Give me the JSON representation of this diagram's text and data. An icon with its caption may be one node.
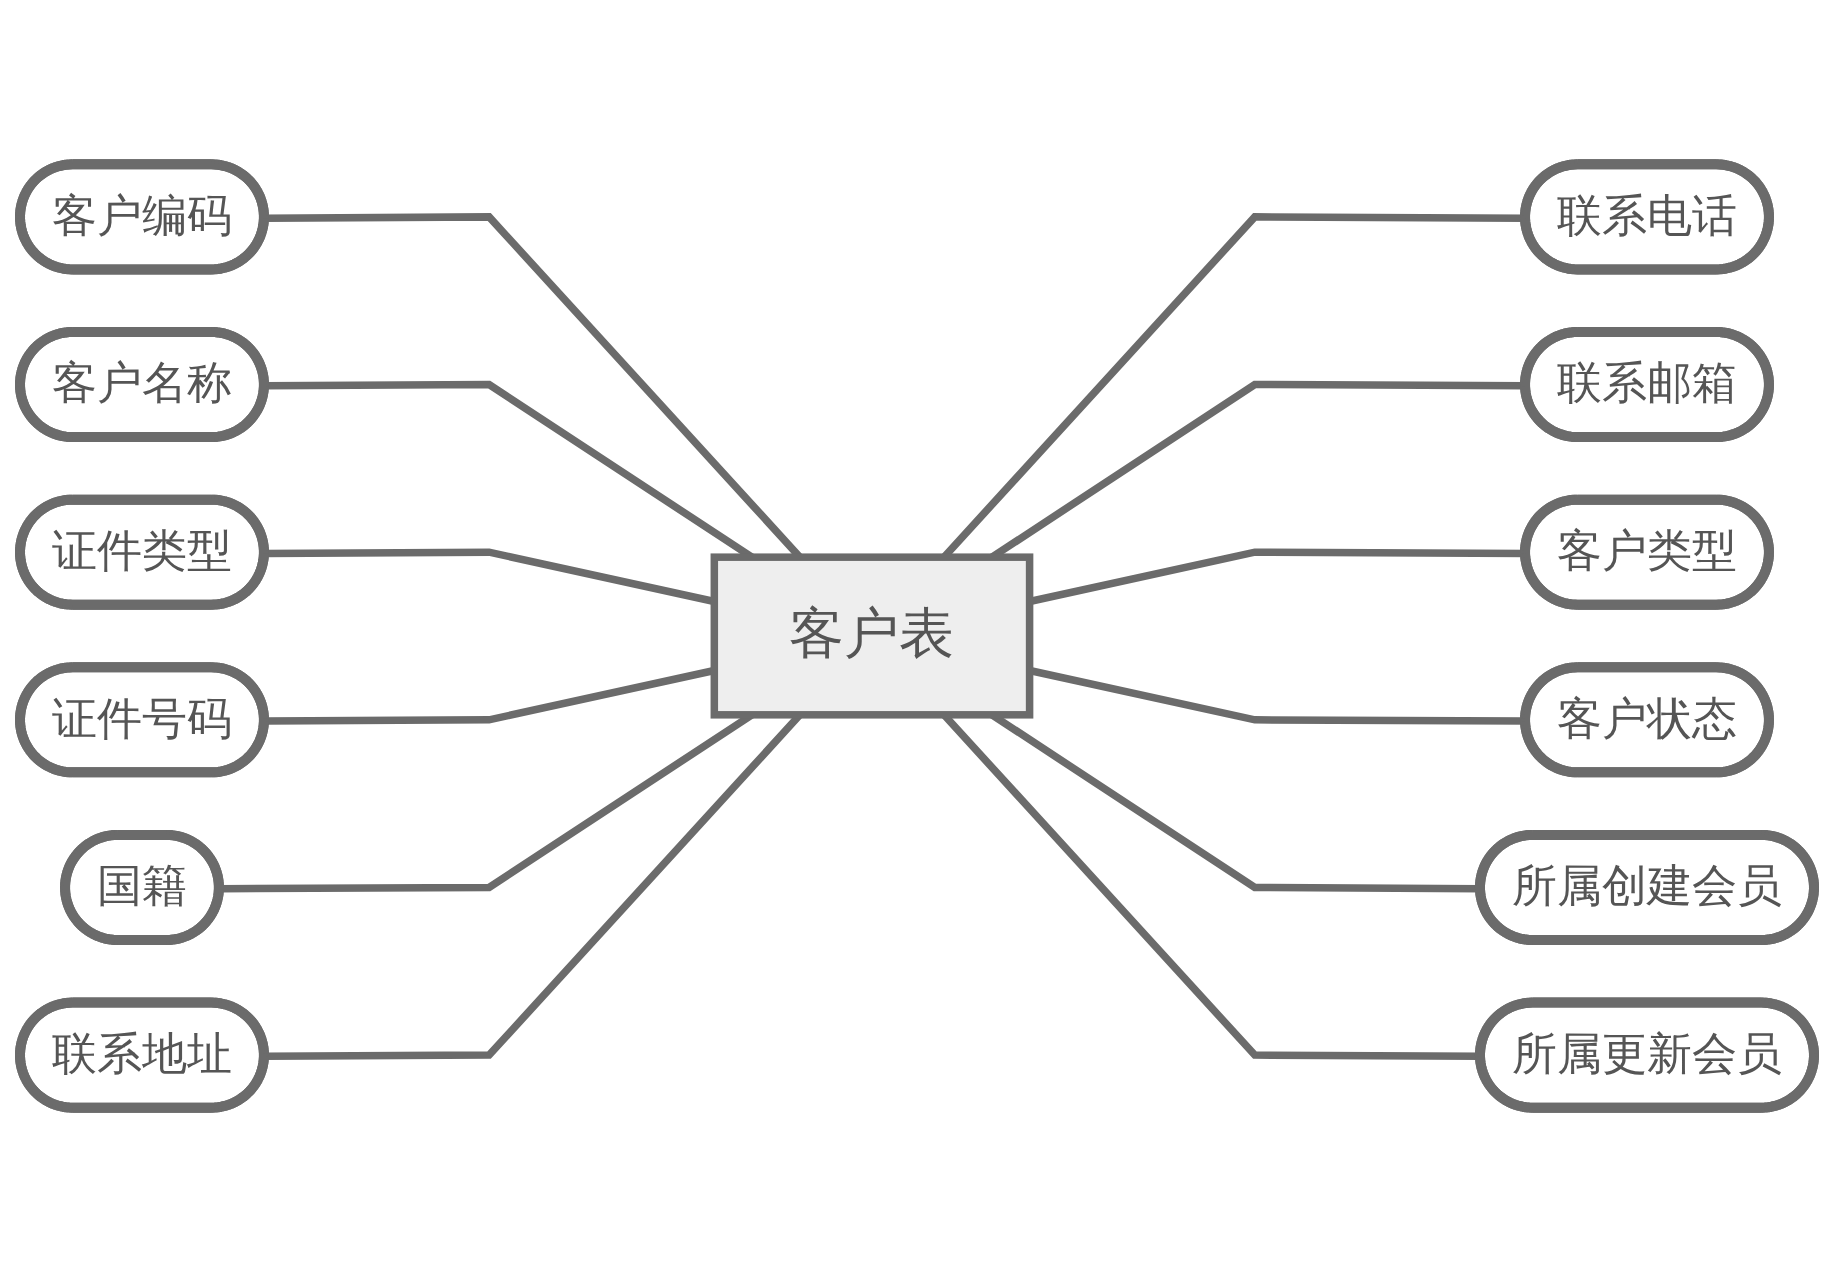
{
  "diagram": {
    "nodes": [
      {
        "text": [
          "客户编码"
        ]
      },
      {
        "text": [
          "客户名称"
        ]
      },
      {
        "text": [
          "证件类型"
        ]
      },
      {
        "text": [
          "证件号码"
        ]
      },
      {
        "text": [
          "国籍"
        ]
      },
      {
        "text": [
          "联系地址"
        ]
      },
      {
        "text": [
          "客户表"
        ]
      },
      {
        "text": [
          "联系电话"
        ]
      },
      {
        "text": [
          "联系邮箱"
        ]
      },
      {
        "text": [
          "客户类型"
        ]
      },
      {
        "text": [
          "客户状态"
        ]
      },
      {
        "text": [
          "所属创建会员"
        ]
      },
      {
        "text": [
          "所属更新会员"
        ]
      }
    ],
    "edges": [
      {
        "from": 0,
        "to": 6,
        "arrow": "none"
      },
      {
        "from": 1,
        "to": 6,
        "arrow": "none"
      },
      {
        "from": 2,
        "to": 6,
        "arrow": "none"
      },
      {
        "from": 3,
        "to": 6,
        "arrow": "none"
      },
      {
        "from": 4,
        "to": 6,
        "arrow": "none"
      },
      {
        "from": 5,
        "to": 6,
        "arrow": "none"
      },
      {
        "from": 6,
        "to": 7,
        "arrow": "none"
      },
      {
        "from": 6,
        "to": 8,
        "arrow": "none"
      },
      {
        "from": 6,
        "to": 9,
        "arrow": "none"
      },
      {
        "from": 6,
        "to": 10,
        "arrow": "none"
      },
      {
        "from": 6,
        "to": 11,
        "arrow": "none"
      },
      {
        "from": 6,
        "to": 12,
        "arrow": "none"
      }
    ]
  }
}
